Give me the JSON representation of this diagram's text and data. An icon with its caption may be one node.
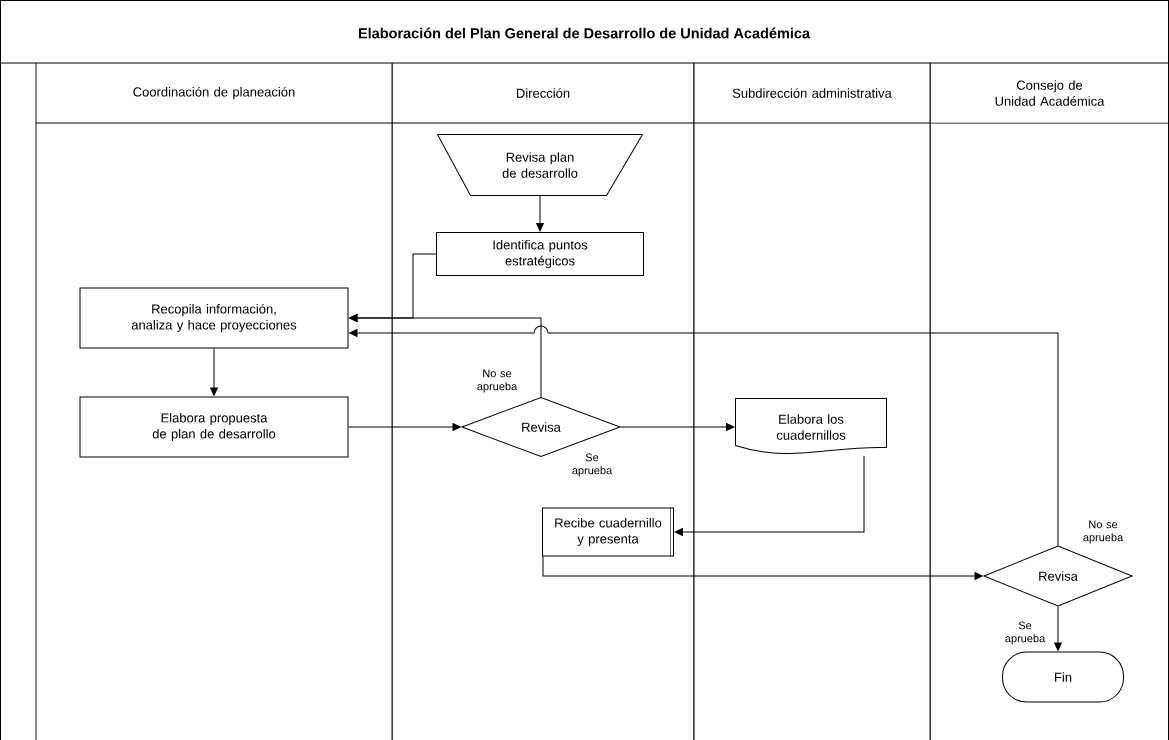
{
  "diagram": {
    "title": "Elaboración del Plan General de Desarrollo de  Unidad Académica",
    "nodes": [
      {
        "text": [
          "Coordinación de planeación"
        ]
      },
      {
        "text": [
          "Dirección"
        ]
      },
      {
        "text": [
          "Subdirección administrativa"
        ]
      },
      {
        "text": [
          "Consejo de Unidad Académica"
        ]
      },
      {
        "text": [
          "Revisa plan de desarrollo"
        ],
        "in": 1
      },
      {
        "text": [
          "Identifica puntos estratégicos"
        ],
        "in": 1
      },
      {
        "text": [
          "Recopila información, analiza y hace proyecciones"
        ],
        "in": 0
      },
      {
        "text": [
          "Elabora propuesta de plan de desarrollo"
        ],
        "in": 0
      },
      {
        "text": [
          "Revisa"
        ],
        "in": 1
      },
      {
        "text": [
          "Elabora los cuadernillos"
        ],
        "in": 2
      },
      {
        "text": [
          "Recibe cuadernillo y presenta"
        ],
        "in": 1
      },
      {
        "text": [
          "Revisa"
        ],
        "in": 3
      },
      {
        "text": [
          "Fin"
        ],
        "in": 3
      }
    ],
    "edges": [
      {
        "from": 4,
        "to": 5,
        "arrow": "to"
      },
      {
        "from": 5,
        "to": 6,
        "arrow": "to"
      },
      {
        "from": 8,
        "to": 6,
        "arrow": "to",
        "label": "No se aprueba"
      },
      {
        "from": 6,
        "to": 7,
        "arrow": "to"
      },
      {
        "from": 7,
        "to": 8,
        "arrow": "to"
      },
      {
        "from": 8,
        "to": 9,
        "arrow": "to",
        "label": "Se aprueba"
      },
      {
        "from": 9,
        "to": 10,
        "arrow": "to"
      },
      {
        "from": 10,
        "to": 11,
        "arrow": "to"
      },
      {
        "from": 11,
        "to": 6,
        "arrow": "to",
        "label": "No se aprueba"
      },
      {
        "from": 11,
        "to": 12,
        "arrow": "to",
        "label": "Se aprueba"
      }
    ]
  }
}
